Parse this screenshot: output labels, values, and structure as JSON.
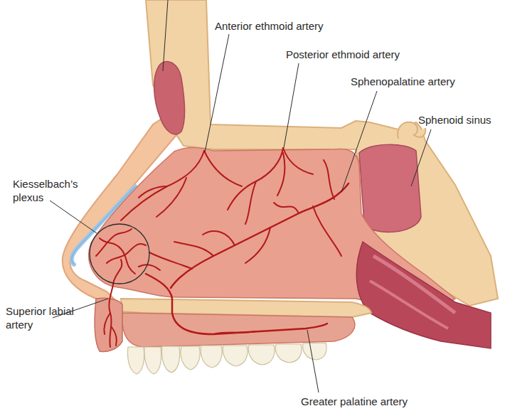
{
  "diagram": {
    "labels": [
      "Anterior ethmoid artery",
      "Posterior ethmoid artery",
      "Sphenopalatine artery",
      "Sphenoid sinus",
      "Kiesselbach’s plexus",
      "Superior labial artery",
      "Greater palatine artery"
    ]
  }
}
